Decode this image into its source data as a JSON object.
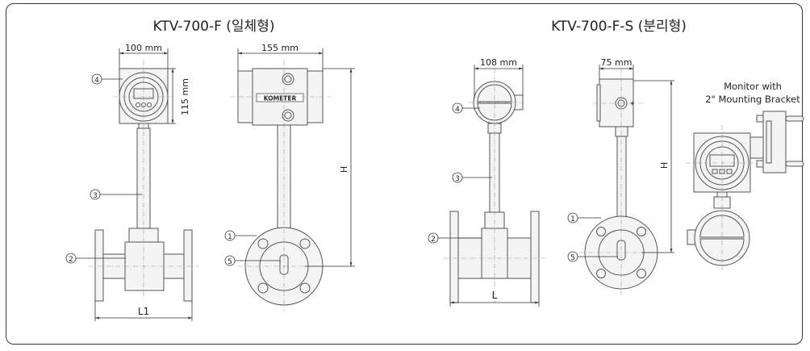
{
  "integrated": {
    "title": "KTV-700-F (일체형)",
    "front_width": "100 mm",
    "front_height": "115 mm",
    "side_width": "155 mm",
    "height_label": "H",
    "length_label": "L1",
    "logo": "KOMETER"
  },
  "separated": {
    "title": "KTV-700-F-S (분리형)",
    "front_width": "108 mm",
    "side_width": "75 mm",
    "height_label": "H",
    "length_label": "L",
    "monitor_line1": "Monitor with",
    "monitor_line2": "2\" Mounting Bracket"
  },
  "callouts": {
    "c1": "1",
    "c2": "2",
    "c3": "3",
    "c4": "4",
    "c5": "5"
  }
}
